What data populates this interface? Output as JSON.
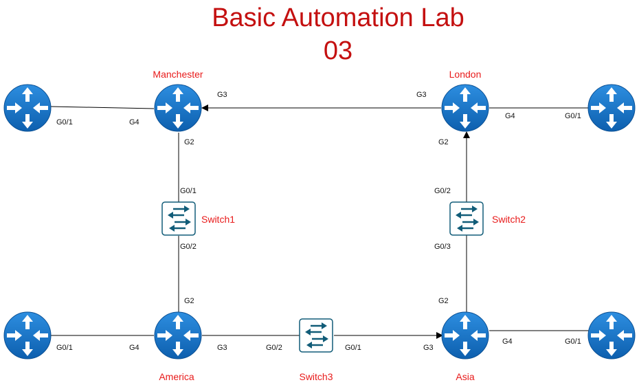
{
  "title": {
    "line1": "Basic Automation Lab",
    "line2": "03"
  },
  "devices": {
    "manchester": {
      "label": "Manchester",
      "kind": "router"
    },
    "london": {
      "label": "London",
      "kind": "router"
    },
    "america": {
      "label": "America",
      "kind": "router"
    },
    "asia": {
      "label": "Asia",
      "kind": "router"
    },
    "switch1": {
      "label": "Switch1",
      "kind": "switch"
    },
    "switch2": {
      "label": "Switch2",
      "kind": "switch"
    },
    "switch3": {
      "label": "Switch3",
      "kind": "switch"
    },
    "edge_top_left": {
      "label": "",
      "kind": "router"
    },
    "edge_top_right": {
      "label": "",
      "kind": "router"
    },
    "edge_bottom_left": {
      "label": "",
      "kind": "router"
    },
    "edge_bottom_right": {
      "label": "",
      "kind": "router"
    }
  },
  "ports": {
    "tl_edge_g01": "G0/1",
    "man_g4": "G4",
    "man_g3": "G3",
    "lon_g3": "G3",
    "lon_g4": "G4",
    "tr_edge_g01": "G0/1",
    "man_g2": "G2",
    "sw1_g01": "G0/1",
    "sw1_g02": "G0/2",
    "ame_g2": "G2",
    "lon_g2": "G2",
    "sw2_g02": "G0/2",
    "sw2_g03": "G0/3",
    "asia_g2": "G2",
    "bl_edge_g01": "G0/1",
    "ame_g4": "G4",
    "ame_g3": "G3",
    "sw3_g02": "G0/2",
    "sw3_g01": "G0/1",
    "asia_g3": "G3",
    "asia_g4": "G4",
    "br_edge_g01": "G0/1"
  },
  "colors": {
    "title": "#c41010",
    "label": "#e81a1a",
    "router_fill": "#1f78c8",
    "switch_stroke": "#115c78"
  },
  "icons": {
    "router": "router-icon",
    "switch": "switch-icon"
  }
}
